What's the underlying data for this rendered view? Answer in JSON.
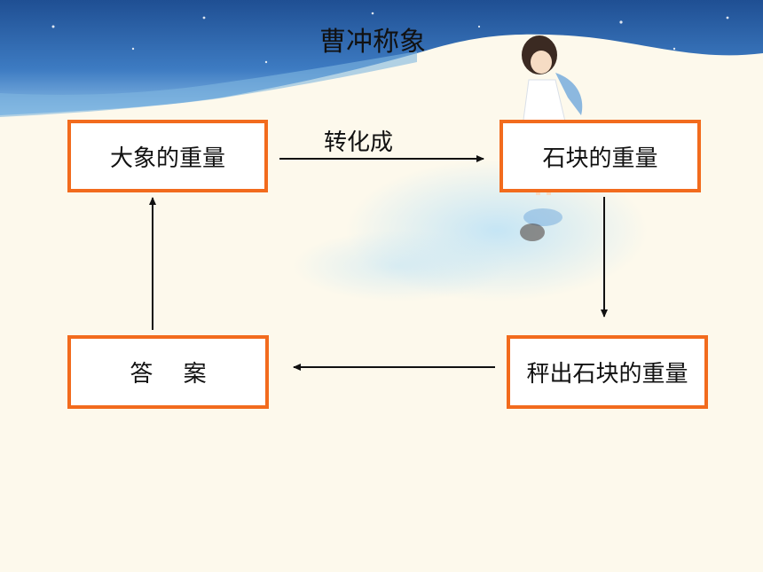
{
  "title": "曹冲称象",
  "nodes": {
    "elephant_weight": "大象的重量",
    "stone_weight": "石块的重量",
    "weigh_stones": "秤出石块的重量",
    "answer": "答　 案"
  },
  "edges": {
    "convert_label": "转化成"
  },
  "colors": {
    "box_border": "#f26b1d",
    "sky": "#2a5aa0",
    "background": "#fdf9ec"
  }
}
